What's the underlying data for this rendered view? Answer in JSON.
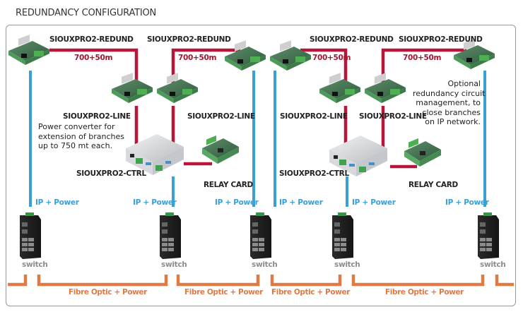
{
  "title": "REDUNDANCY CONFIGURATION",
  "colors": {
    "rs485_line": "#b5173a",
    "ip_power_line": "#3a9fd6",
    "fibre_line": "#e07a45",
    "frame_border": "#999999"
  },
  "devices": {
    "redund_labels": [
      "SIOUXPRO2-REDUND",
      "SIOUXPRO2-REDUND",
      "SIOUXPRO2-REDUND",
      "SIOUXPRO2-REDUND"
    ],
    "line_labels": [
      "SIOUXPRO2-LINE",
      "SIOUXPRO2-LINE",
      "SIOUXPRO2-LINE",
      "SIOUXPRO2-LINE"
    ],
    "ctrl_labels": [
      "SIOUXPRO2-CTRL",
      "SIOUXPRO2-CTRL"
    ],
    "relay_labels": [
      "RELAY CARD",
      "RELAY CARD"
    ],
    "switch_labels": [
      "switch",
      "switch",
      "switch",
      "switch",
      "switch"
    ]
  },
  "distance_labels": [
    "700+50m",
    "700+50m",
    "700+50m",
    "700+50m"
  ],
  "ip_power_labels": [
    "IP + Power",
    "IP + Power",
    "IP + Power",
    "IP + Power",
    "IP + Power",
    "IP + Power"
  ],
  "fibre_labels": [
    "Fibre Optic + Power",
    "Fibre Optic + Power",
    "Fibre Optic + Power",
    "Fibre Optic + Power"
  ],
  "notes": {
    "line_note": [
      "Power converter for",
      "extension of branches",
      "up to 750 mt each."
    ],
    "redund_note": [
      "Optional",
      "redundancy circuit",
      "management, to",
      "close branches",
      "on IP network."
    ]
  }
}
